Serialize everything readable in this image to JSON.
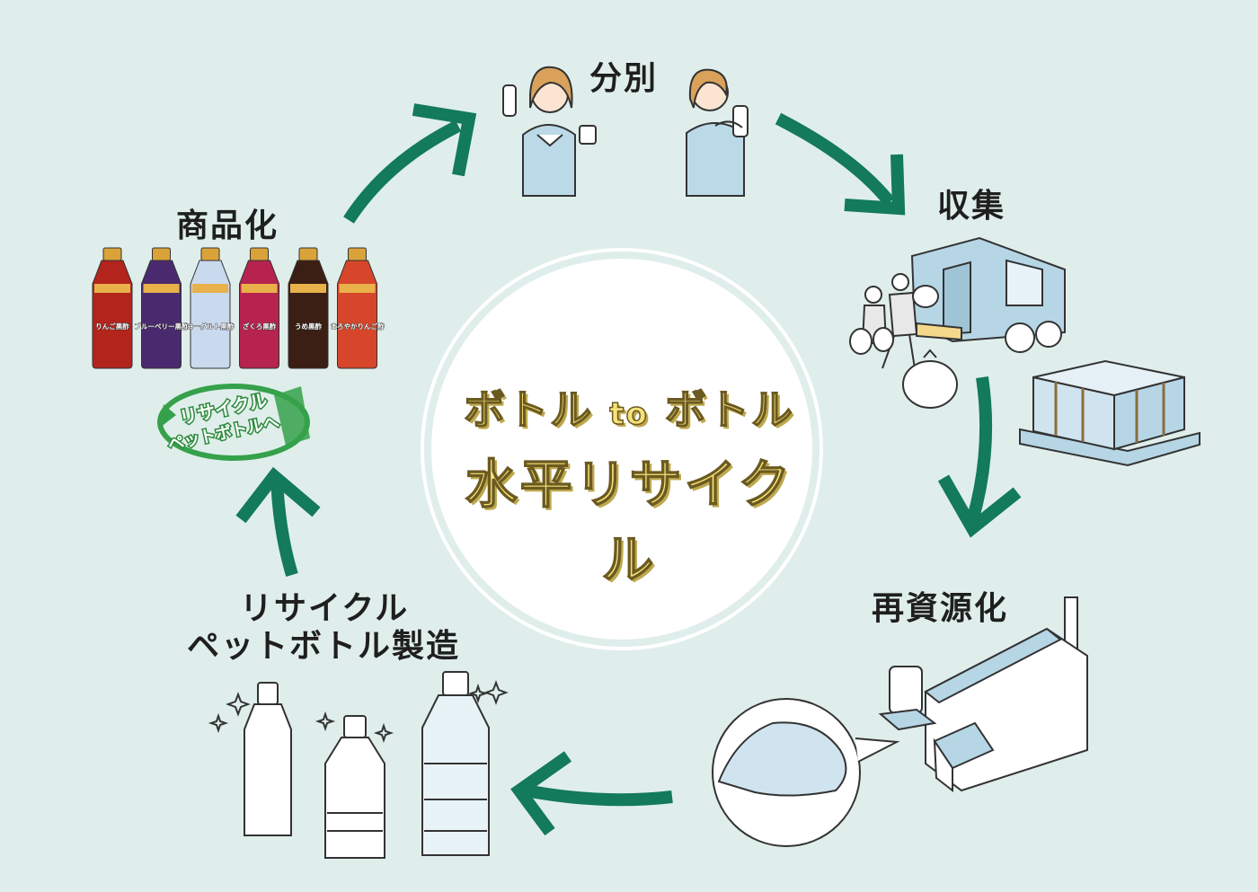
{
  "center": {
    "line1_a": "ボトル",
    "line1_to": "to",
    "line1_b": "ボトル",
    "line2": "水平リサイクル"
  },
  "steps": {
    "sorting": "分別",
    "collection": "収集",
    "recycling": "再資源化",
    "manufacturing_line1": "リサイクル",
    "manufacturing_line2": "ペットボトル製造",
    "commercialization": "商品化"
  },
  "recycle_mark": {
    "line1": "リサイクル",
    "line2": "ペットボトルへ"
  },
  "products": [
    {
      "label": "りんご黒酢",
      "color": "#b2241c"
    },
    {
      "label": "ブルーベリー黒酢",
      "color": "#4a2a6e"
    },
    {
      "label": "ヨーグルト黒酢",
      "color": "#c9d9ee"
    },
    {
      "label": "ざくろ黒酢",
      "color": "#b5234e"
    },
    {
      "label": "うめ黒酢",
      "color": "#3b1e14"
    },
    {
      "label": "まろやかりんご酢",
      "color": "#d7462a"
    }
  ],
  "colors": {
    "background": "#dfeeeb",
    "arrow": "#137a5b",
    "circle_fill": "#ffffff",
    "title_fill": "#f6e27a"
  }
}
